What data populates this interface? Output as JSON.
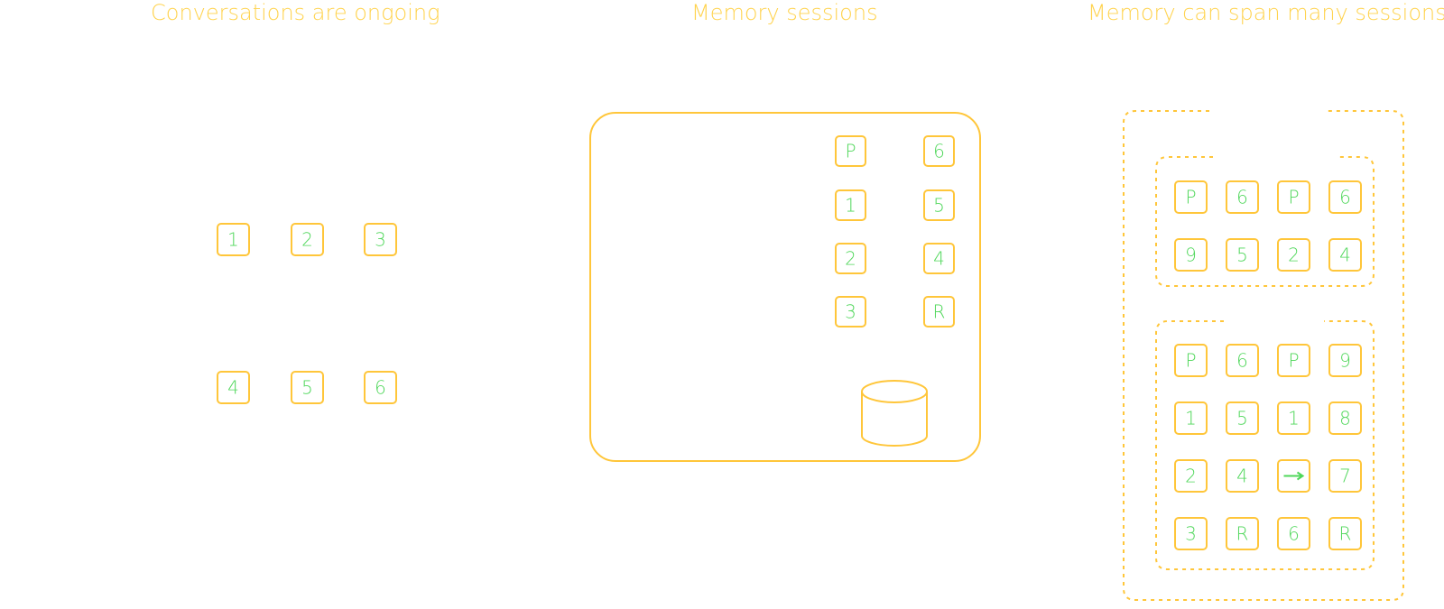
{
  "titles": {
    "ongoing": "Conversations are ongoing",
    "sessions": "Memory sessions",
    "span": "Memory can span many sessions"
  },
  "panel_ongoing": {
    "row1": [
      "1",
      "2",
      "3"
    ],
    "row2": [
      "4",
      "5",
      "6"
    ]
  },
  "panel_sessions": {
    "col_left": [
      "P",
      "1",
      "2",
      "3"
    ],
    "col_right": [
      "6",
      "5",
      "4",
      "R"
    ],
    "database_icon": "database-icon"
  },
  "panel_span": {
    "session_a": [
      [
        "P",
        "6",
        "P",
        "6"
      ],
      [
        "9",
        "5",
        "2",
        "4"
      ]
    ],
    "session_b": [
      [
        "P",
        "6",
        "P",
        "9"
      ],
      [
        "1",
        "5",
        "1",
        "8"
      ],
      [
        "2",
        "4",
        "→",
        "7"
      ],
      [
        "3",
        "R",
        "6",
        "R"
      ]
    ]
  },
  "colors": {
    "outline": "#FFC63A",
    "text": "#4FD75A",
    "title": "#FFD34E"
  }
}
